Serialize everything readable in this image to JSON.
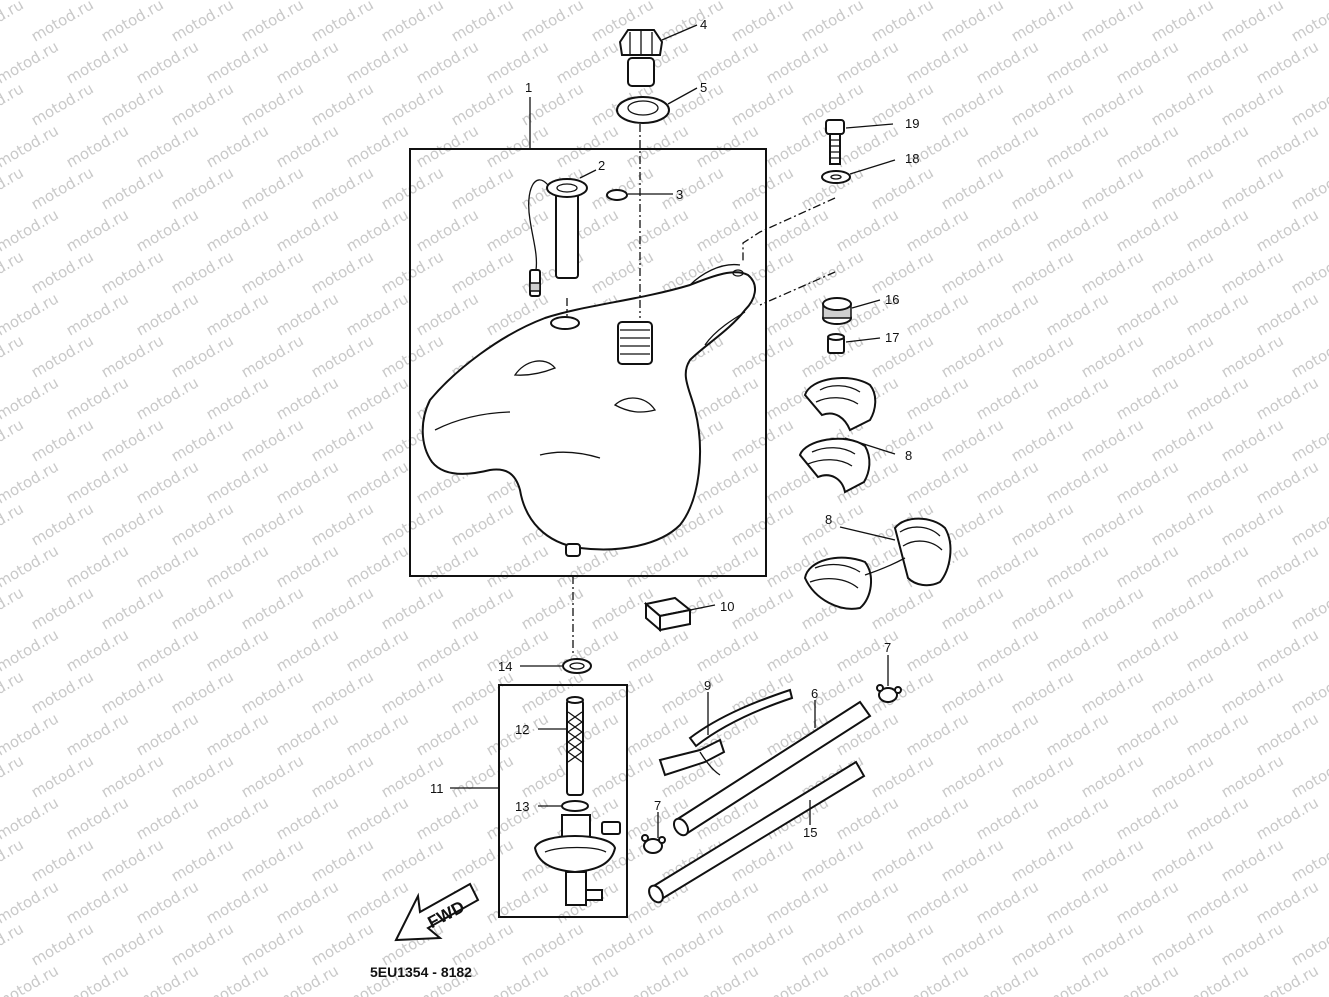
{
  "watermark": {
    "text": "motod.ru",
    "color": "#c9c9c9"
  },
  "drawing_code": "5EU1354 - 8182",
  "fwd_label": "FWD",
  "callouts": [
    {
      "id": "c1",
      "text": "1"
    },
    {
      "id": "c2",
      "text": "2"
    },
    {
      "id": "c3",
      "text": "3"
    },
    {
      "id": "c4",
      "text": "4"
    },
    {
      "id": "c5",
      "text": "5"
    },
    {
      "id": "c6",
      "text": "6"
    },
    {
      "id": "c7a",
      "text": "7"
    },
    {
      "id": "c7b",
      "text": "7"
    },
    {
      "id": "c8a",
      "text": "8"
    },
    {
      "id": "c8b",
      "text": "8"
    },
    {
      "id": "c9",
      "text": "9"
    },
    {
      "id": "c10",
      "text": "10"
    },
    {
      "id": "c11",
      "text": "11"
    },
    {
      "id": "c12",
      "text": "12"
    },
    {
      "id": "c13",
      "text": "13"
    },
    {
      "id": "c14",
      "text": "14"
    },
    {
      "id": "c15",
      "text": "15"
    },
    {
      "id": "c16",
      "text": "16"
    },
    {
      "id": "c17",
      "text": "17"
    },
    {
      "id": "c18",
      "text": "18"
    },
    {
      "id": "c19",
      "text": "19"
    }
  ]
}
